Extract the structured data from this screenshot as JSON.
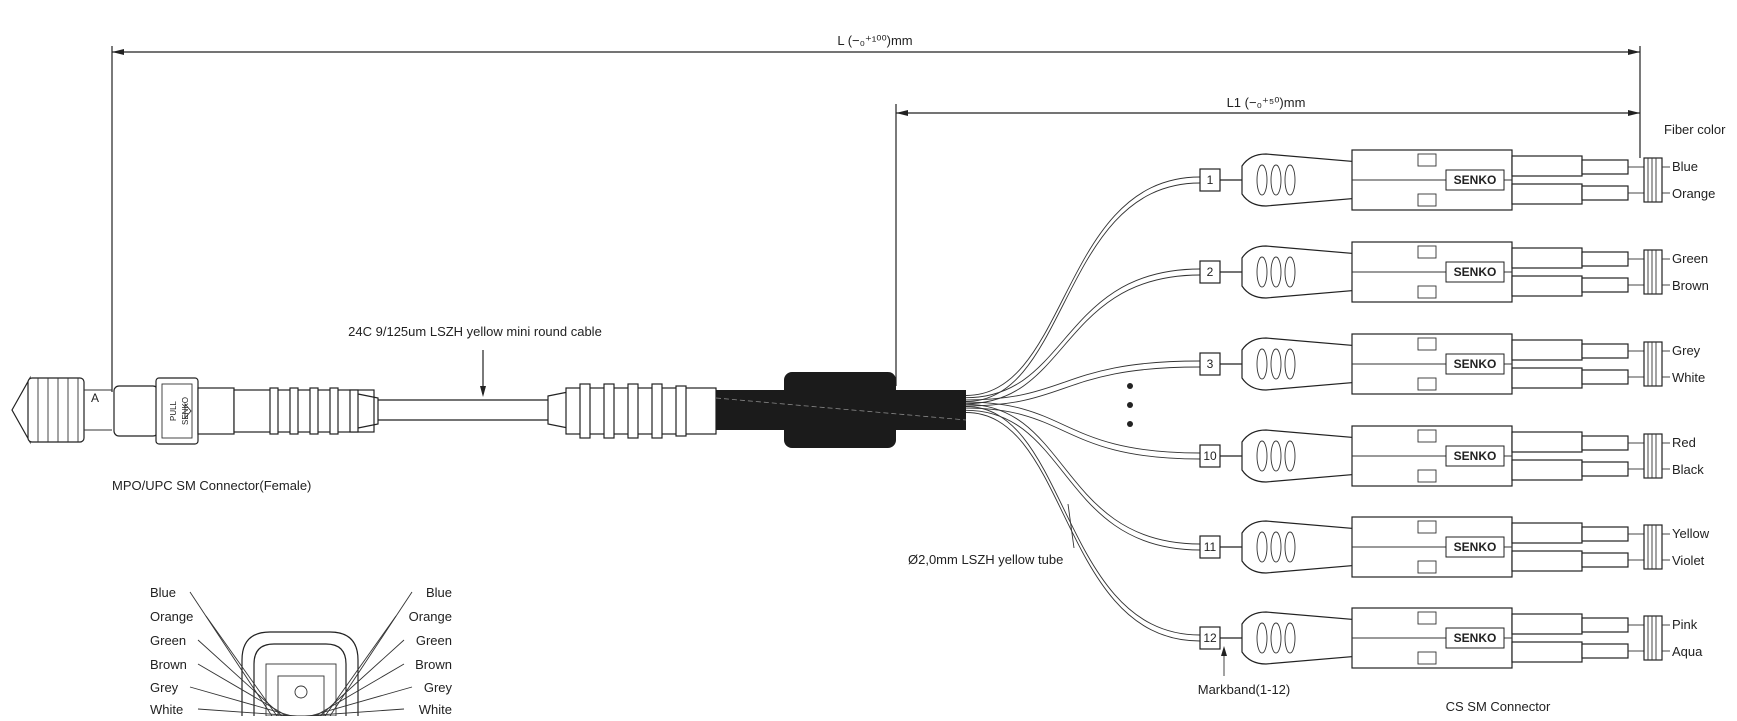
{
  "dimensions": {
    "overall_length": "L (−₀⁺¹⁰⁰)mm",
    "breakout_length": "L1 (−₀⁺⁵⁰)mm"
  },
  "labels": {
    "fiber_color_header": "Fiber color",
    "cable": "24C 9/125um LSZH yellow mini round cable",
    "mpo_connector": "MPO/UPC SM Connector(Female)",
    "mpo_end_marker": "A",
    "tube": "Ø2,0mm  LSZH yellow tube",
    "markband": "Markband(1-12)",
    "cs_connector": "CS SM Connector",
    "mpo_body_text": "PULL",
    "mpo_brand": "SENKO",
    "cs_brand": "SENKO"
  },
  "legs": [
    {
      "number": "1",
      "colors": [
        "Blue",
        "Orange"
      ]
    },
    {
      "number": "2",
      "colors": [
        "Green",
        "Brown"
      ]
    },
    {
      "number": "3",
      "colors": [
        "Grey",
        "White"
      ]
    },
    {
      "number": "10",
      "colors": [
        "Red",
        "Black"
      ]
    },
    {
      "number": "11",
      "colors": [
        "Yellow",
        "Violet"
      ]
    },
    {
      "number": "12",
      "colors": [
        "Pink",
        "Aqua"
      ]
    }
  ],
  "pinout": {
    "left": [
      "Blue",
      "Orange",
      "Green",
      "Brown",
      "Grey",
      "White"
    ],
    "right": [
      "Blue",
      "Orange",
      "Green",
      "Brown",
      "Grey",
      "White"
    ]
  }
}
